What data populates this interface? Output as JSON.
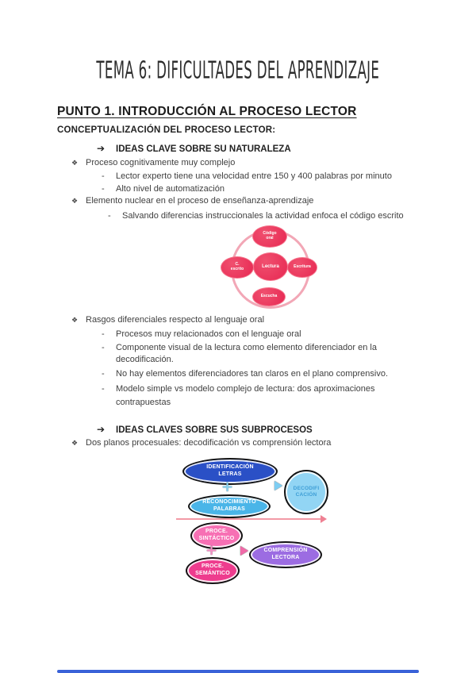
{
  "doc": {
    "title": "TEMA 6:  DIFICULTADES DEL APRENDIZAJE",
    "section_heading": "PUNTO 1. INTRODUCCIÓN AL PROCESO LECTOR",
    "subsection_heading": "CONCEPTUALIZACIÓN DEL PROCESO LECTOR:"
  },
  "markers": {
    "bullet": "❖",
    "arrow": "➔",
    "dash": "-",
    "plus": "+"
  },
  "headings": {
    "naturaleza": "IDEAS CLAVE SOBRE SU NATURALEZA",
    "subprocesos": "IDEAS CLAVES SOBRE SUS SUBPROCESOS"
  },
  "bullets": {
    "b1": "Proceso cognitivamente muy complejo",
    "b1_1": "Lector experto tiene una velocidad entre 150 y 400 palabras por minuto",
    "b1_2": "Alto nivel de automatización",
    "b2": "Elemento nuclear en el proceso de enseñanza-aprendizaje",
    "b2_1": "Salvando diferencias instruccionales la actividad enfoca el código escrito",
    "b3": "Rasgos diferenciales respecto al lenguaje oral",
    "b3_1": "Procesos muy relacionados con el lenguaje oral",
    "b3_2a": "Componente visual de la lectura como elemento diferenciador en la",
    "b3_2b": "decodificación.",
    "b3_3": "No hay elementos diferenciadores tan claros en el plano comprensivo.",
    "b3_4a": "Modelo simple vs modelo complejo de lectura: dos aproximaciones",
    "b3_4b": "contrapuestas",
    "b4": "Dos planos procesuales: decodificación vs comprensión lectora"
  },
  "cycle_diagram": {
    "center": "Lectura",
    "top_l1": "Código",
    "top_l2": "oral",
    "left_l1": "C.",
    "left_l2": "escrito",
    "right": "Escritura",
    "bottom": "Escucha",
    "node_color": "#e93055",
    "ring_color": "#f2a7b6"
  },
  "process_diagram": {
    "identificacion_l1": "IDENTIFICACIÓN",
    "identificacion_l2": "LETRAS",
    "reconocimiento_l1": "RECONOCIMIENTO",
    "reconocimiento_l2": "PALABRAS",
    "decodificacion_l1": "DECODIFI",
    "decodificacion_l2": "CACIÓN",
    "sintactico_l1": "PROCE.",
    "sintactico_l2": "SINTÁCTICO",
    "semantico_l1": "PROCE.",
    "semantico_l2": "SEMÁNTICO",
    "comprension_l1": "COMPRENSIÓN",
    "comprension_l2": "LECTORA",
    "colors": {
      "identificacion": "#2a50c6",
      "reconocimiento": "#4ab5e8",
      "decodificacion_bg": "#92d5f4",
      "decodificacion_text": "#3e9ed6",
      "sintactico": "#f770b4",
      "semantico": "#ee3c8e",
      "comprension": "#9c6ce2",
      "arrow_line": "#f29aa6"
    }
  }
}
